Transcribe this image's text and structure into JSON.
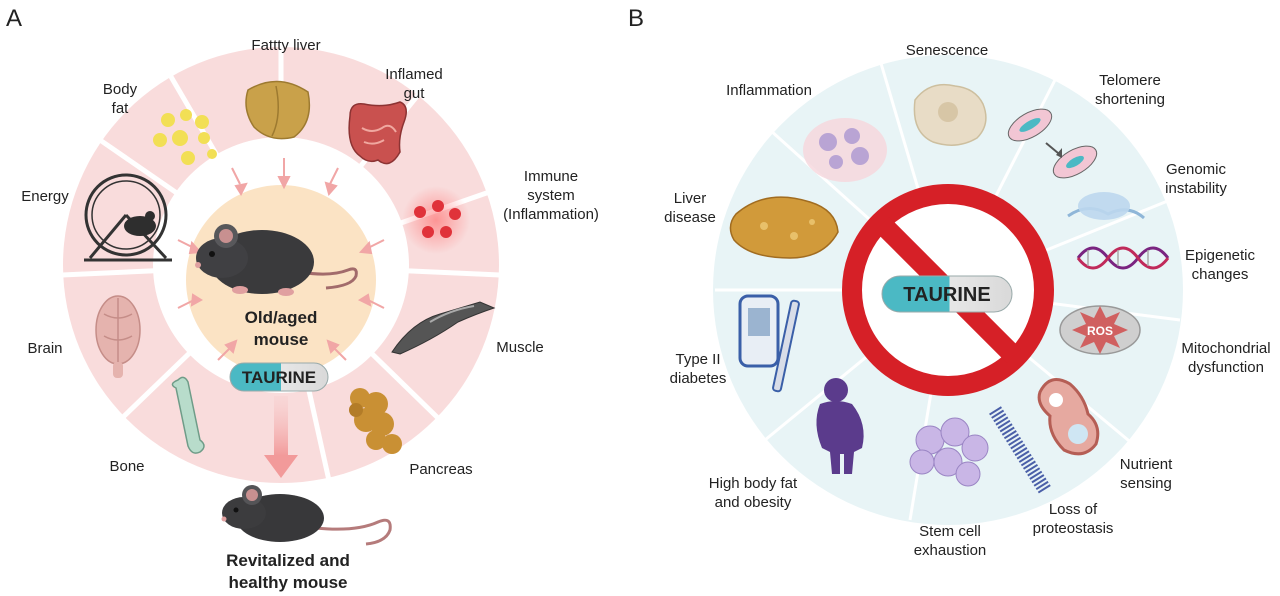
{
  "panel_a": {
    "letter": "A",
    "center_label": [
      "Old/aged",
      "mouse"
    ],
    "pill_label": "TAURINE",
    "bottom_label": [
      "Revitalized and",
      "healthy mouse"
    ],
    "segments": [
      {
        "id": "fatty-liver",
        "label": [
          "Fattty liver"
        ],
        "icon": "liver-icon"
      },
      {
        "id": "inflamed-gut",
        "label": [
          "Inflamed",
          "gut"
        ],
        "icon": "intestine-icon"
      },
      {
        "id": "immune-system",
        "label": [
          "Immune",
          "system",
          "(Inflammation)"
        ],
        "icon": "inflammation-cells-icon"
      },
      {
        "id": "muscle",
        "label": [
          "Muscle"
        ],
        "icon": "muscle-icon"
      },
      {
        "id": "pancreas",
        "label": [
          "Pancreas"
        ],
        "icon": "pancreas-icon"
      },
      {
        "id": "bone",
        "label": [
          "Bone"
        ],
        "icon": "bone-icon"
      },
      {
        "id": "brain",
        "label": [
          "Brain"
        ],
        "icon": "brain-icon"
      },
      {
        "id": "energy",
        "label": [
          "Energy"
        ],
        "icon": "hamster-wheel-icon"
      },
      {
        "id": "body-fat",
        "label": [
          "Body",
          "fat"
        ],
        "icon": "fat-droplets-icon"
      }
    ]
  },
  "panel_b": {
    "letter": "B",
    "pill_label": "TAURINE",
    "labels": [
      {
        "id": "senescence",
        "label": [
          "Senescence"
        ],
        "icon": "senescent-cell-icon"
      },
      {
        "id": "telomere",
        "label": [
          "Telomere",
          "shortening"
        ],
        "icon": "chromosome-icon"
      },
      {
        "id": "genomic",
        "label": [
          "Genomic",
          "instability"
        ],
        "icon": "dna-damage-icon"
      },
      {
        "id": "epigenetic",
        "label": [
          "Epigenetic",
          "changes"
        ],
        "icon": "dna-helix-icon"
      },
      {
        "id": "mitochondrial",
        "label": [
          "Mitochondrial",
          "dysfunction"
        ],
        "icon": "mitochondrion-ros-icon"
      },
      {
        "id": "nutrient",
        "label": [
          "Nutrient",
          "sensing"
        ],
        "icon": "nutrient-cell-icon"
      },
      {
        "id": "proteostasis",
        "label": [
          "Loss of",
          "proteostasis"
        ],
        "icon": "protein-fibril-icon"
      },
      {
        "id": "stem-cell",
        "label": [
          "Stem cell",
          "exhaustion"
        ],
        "icon": "stem-cell-cluster-icon"
      },
      {
        "id": "obesity",
        "label": [
          "High body fat",
          "and obesity"
        ],
        "icon": "person-obesity-icon"
      },
      {
        "id": "diabetes",
        "label": [
          "Type II",
          "diabetes"
        ],
        "icon": "glucometer-icon"
      },
      {
        "id": "liver",
        "label": [
          "Liver",
          "disease"
        ],
        "icon": "diseased-liver-icon"
      },
      {
        "id": "inflammation",
        "label": [
          "Inflammation"
        ],
        "icon": "inflamed-cells-icon"
      }
    ],
    "ros_label": "ROS"
  },
  "colors": {
    "pink_ring": "#f9dcdc",
    "pink_light": "#fbeaea",
    "center_cream": "#fbe3c4",
    "teal": "#4bb9c4",
    "ring_blue": "#e8f4f6",
    "no_sign_red": "#d62027"
  }
}
